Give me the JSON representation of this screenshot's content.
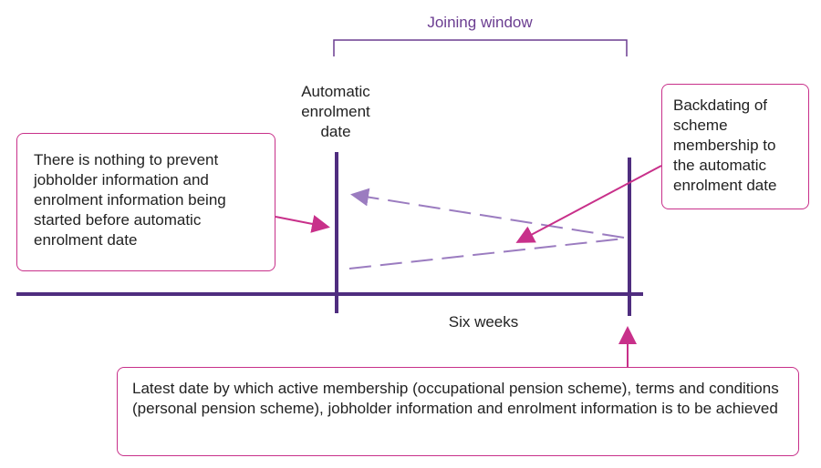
{
  "joining_window": {
    "label": "Joining window"
  },
  "automatic_enrolment_date": {
    "label_lines": [
      "Automatic",
      "enrolment",
      "date"
    ]
  },
  "timeline": {
    "label": "Six weeks"
  },
  "notes": {
    "left": "There is nothing to prevent jobholder information and enrolment information being started before automatic enrolment date",
    "right": "Backdating of scheme membership to the automatic enrolment date",
    "bottom": "Latest date by which active membership (occupational pension scheme), terms and conditions (personal pension scheme), jobholder information and enrolment information is to be achieved"
  },
  "colors": {
    "timeline": "#4f2d7f",
    "bracket": "#6b3d91",
    "dashes": "#9b7cc0",
    "callout": "#c8308a"
  }
}
